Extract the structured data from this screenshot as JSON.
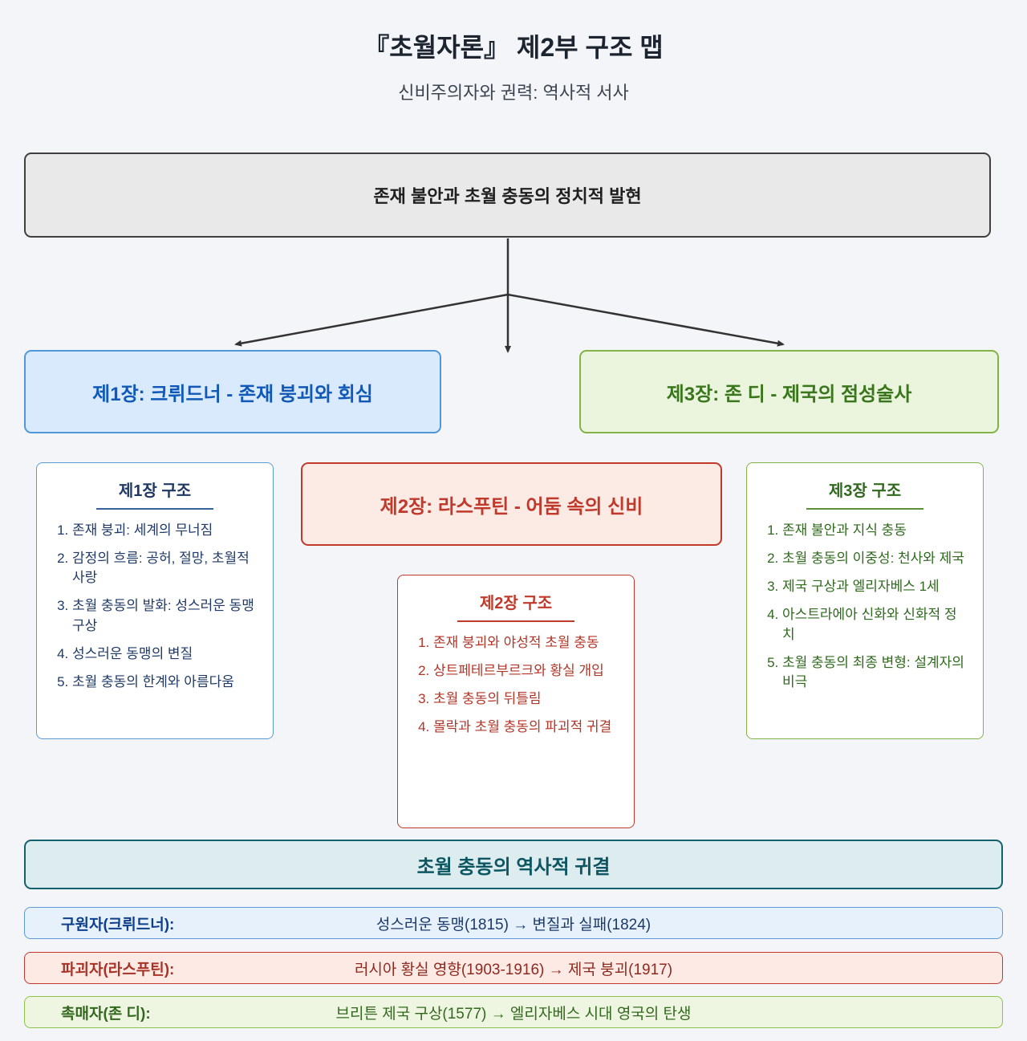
{
  "page": {
    "title": "『초월자론』 제2부 구조 맵",
    "subtitle": "신비주의자와 권력: 역사적 서사"
  },
  "root_box": {
    "label": "존재 불안과 초월 충동의 정치적 발현"
  },
  "chapters": {
    "ch1": {
      "label": "제1장: 크뤼드너 - 존재 붕괴와 회심"
    },
    "ch2": {
      "label": "제2장: 라스푸틴 - 어둠 속의 신비"
    },
    "ch3": {
      "label": "제3장: 존 디 - 제국의 점성술사"
    }
  },
  "structures": {
    "ch1": {
      "title": "제1장 구조",
      "items": [
        "존재 붕괴: 세계의 무너짐",
        "감정의 흐름: 공허, 절망, 초월적 사랑",
        "초월 충동의 발화: 성스러운 동맹 구상",
        "성스러운 동맹의 변질",
        "초월 충동의 한계와 아름다움"
      ]
    },
    "ch2": {
      "title": "제2장 구조",
      "items": [
        "존재 붕괴와 야성적 초월 충동",
        "상트페테르부르크와 황실 개입",
        "초월 충동의 뒤틀림",
        "몰락과 초월 충동의 파괴적 귀결"
      ]
    },
    "ch3": {
      "title": "제3장 구조",
      "items": [
        "존재 불안과 지식 충동",
        "초월 충동의 이중성: 천사와 제국",
        "제국 구상과 엘리자베스 1세",
        "아스트라에아 신화와 신화적 정치",
        "초월 충동의 최종 변형: 설계자의 비극"
      ]
    }
  },
  "outcome": {
    "title": "초월 충동의 역사적 귀결",
    "rows": [
      {
        "label": "구원자(크뤼드너):",
        "value": "성스러운 동맹(1815) → 변질과 실패(1824)"
      },
      {
        "label": "파괴자(라스푸틴):",
        "value": "러시아 황실 영향(1903-1916) → 제국 붕괴(1917)"
      },
      {
        "label": "촉매자(존 디):",
        "value": "브리튼 제국 구상(1577) → 엘리자베스 시대 영국의 탄생"
      }
    ]
  },
  "colors": {
    "background": "#f3f5f9",
    "root_border": "#3f3f3f",
    "blue_accent": "#4f97d9",
    "blue_text": "#1159b8",
    "red_accent": "#c0392b",
    "green_accent": "#82b346",
    "green_text": "#3a761c",
    "teal_accent": "#14616e",
    "teal_text": "#0c5561"
  }
}
